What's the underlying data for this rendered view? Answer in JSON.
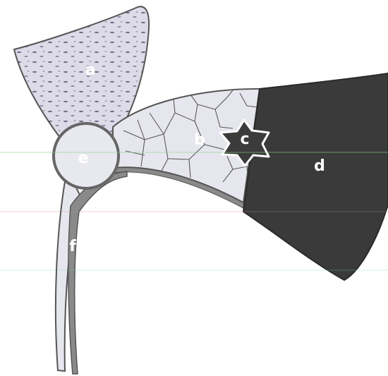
{
  "labels": {
    "a": "a",
    "b": "b",
    "c": "c",
    "d": "d",
    "e": "e",
    "f": "f"
  },
  "colors": {
    "region_a_fill": "#dcdbe7",
    "region_b_fill": "#e6e6ee",
    "region_c_fill": "#3b3b3b",
    "region_d_fill": "#3a3a3a",
    "region_e_fill": "#e8e8ef",
    "region_f_fill": "#e6e6ee",
    "band_fill": "#8a8a8a",
    "outline": "#555555"
  }
}
